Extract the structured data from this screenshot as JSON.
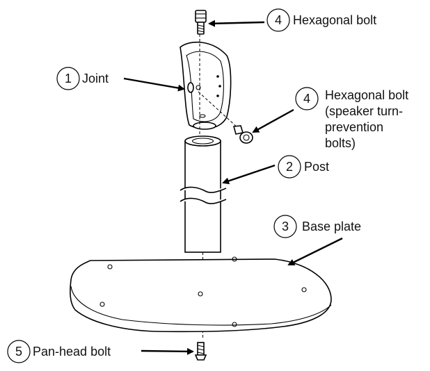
{
  "callouts": [
    {
      "number": "4",
      "label_lines": [
        "Hexagonal bolt"
      ]
    },
    {
      "number": "1",
      "label_lines": [
        "Joint"
      ]
    },
    {
      "number": "4",
      "label_lines": [
        "Hexagonal bolt",
        "(speaker turn-",
        "prevention",
        "bolts)"
      ]
    },
    {
      "number": "2",
      "label_lines": [
        "Post"
      ]
    },
    {
      "number": "3",
      "label_lines": [
        "Base plate"
      ]
    },
    {
      "number": "5",
      "label_lines": [
        "Pan-head bolt"
      ]
    }
  ]
}
